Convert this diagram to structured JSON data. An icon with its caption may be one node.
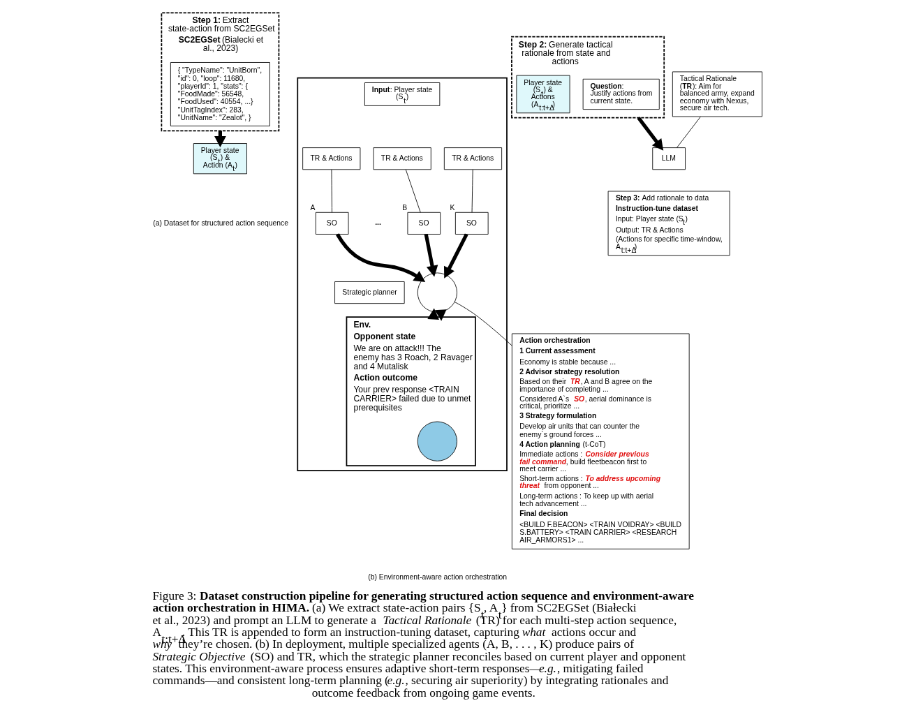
{
  "diagram": {
    "caption": "Figure 3: **Dataset construction pipeline for generating structured action sequence and environment-aware action orchestration in HIMA.** (a) We extract state-action pairs {S$_{t}$, A$_{t}$} from SC2EGSet (Białecki et al., 2023) and prompt an LLM to generate a *Tactical Rationale* (TR) for each multi-step action sequence, A$_{t:t+Δ}$. This TR is appended to form an instruction-tuning dataset, capturing *what* actions occur and *why* they’re chosen. (b) In deployment, multiple specialized agents (A, B, . . . , K) produce pairs of *Strategic Objective* (SO) and TR, which the strategic planner reconciles based on current player and opponent states. This environment-aware process ensures adaptive short-term responses—*e.g.*, mitigating failed commands—and consistent long-term planning (*e.g.*, securing air superiority) by integrating rationales and outcome feedback from ongoing game events.",
    "nodes": [
      {
        "text": [
          "**Step 1:** Extract state-action from SC2EGSet",
          "**SC2EGSet** (Bialecki et al., 2023)"
        ]
      },
      {
        "text": [
          "{ \"TypeName\": \"UnitBorn\", \"id\": 0, \"loop\": 11680, \"playerId\": 1, \"stats\": { \"FoodMade\": 56548, \"FoodUsed\": 40554, ...} \"UnitTagIndex\": 283, \"UnitName\": \"Zealot\", }"
        ],
        "in": 0
      },
      {
        "text": [
          "Player state (S$_{t}$) & Action (A$_{t}$)"
        ]
      },
      {
        "text": [
          "**Step 2:** Generate tactical rationale from state and actions"
        ]
      },
      {
        "text": [
          "**Question**: Justify actions from current state."
        ],
        "in": 3
      },
      {
        "text": [
          "Player state (S$_{t}$) & Actions (A$_{t:t+Δ}$)"
        ],
        "in": 3
      },
      {
        "text": [
          "LLM"
        ]
      },
      {
        "text": [
          "Tactical Rationale (**TR**): Aim for balanced army, expand economy with Nexus, secure air tech."
        ]
      },
      {
        "text": [
          "**Step 3:** Add rationale to data",
          "**Instruction-tune dataset**",
          "Input: Player state (S$_{t}$)",
          "Output: TR & Actions",
          "(Actions for specific time-window, A$_{t:t+Δ}$)"
        ]
      },
      {
        "text": [],
        "shape": "box"
      },
      {
        "text": [
          "**Input**: Player state (S$_{t}$)"
        ],
        "in": 9
      },
      {
        "text": [
          "TR & Actions"
        ],
        "in": 9
      },
      {
        "text": [
          "TR & Actions"
        ],
        "in": 9
      },
      {
        "text": [
          "TR & Actions"
        ],
        "in": 9
      },
      {
        "text": [
          "SO"
        ],
        "beside": [
          "A"
        ],
        "in": 9
      },
      {
        "text": [
          "SO"
        ],
        "beside": [
          "B"
        ],
        "in": 9
      },
      {
        "text": [
          "SO"
        ],
        "beside": [
          "K"
        ],
        "in": 9
      },
      {
        "text": [],
        "shape": "circle",
        "in": 9
      },
      {
        "text": [
          "Strategic planner"
        ],
        "in": 9
      },
      {
        "text": [
          "**Env.**",
          "**Opponent state**",
          "We are on attack!!! The enemy has 3 Roach, 2 Ravager and 4 Mutalisk",
          "**Action outcome**",
          "Your prev response <TRAIN CARRIER> failed due to unmet prerequisites"
        ],
        "in": 9
      },
      {
        "text": [],
        "shape": "circle",
        "in": 19
      },
      {
        "text": [
          "**Action orchestration**",
          "**1 Current assessment**",
          "Economy is stable because ...",
          "**2 Advisor strategy resolution**",
          "Based on their *TR*, A and B agree on the importance of completing ...",
          "Considered A`s *SO*, aerial dominance is critical, prioritize ...",
          "**3 Strategy formulation**",
          "Develop air units that can counter the enemy`s ground forces ...",
          "**4 Action planning** (t-CoT)",
          "Immediate actions : *Consider previous fail command*, build fleetbeacon first to meet carrier ...",
          "Short-term actions : *To address upcoming threat* from opponent ...",
          "Long-term actions : To keep up with aerial tech advancement ...",
          "**Final decision**",
          "<BUILD F.BEACON> <TRAIN VOIDRAY> <BUILD S.BATTERY> <TRAIN CARRIER> <RESEARCH AIR_ARMORS1> ..."
        ]
      }
    ],
    "edges": [
      {
        "from": 0,
        "to": 2,
        "arrow": "to",
        "style": "thick"
      },
      {
        "from": 3,
        "to": 6,
        "arrow": "to",
        "style": "thick"
      },
      {
        "from": 7,
        "to": 6,
        "arrow": "none"
      },
      {
        "from": 11,
        "to": 14,
        "arrow": "none"
      },
      {
        "from": 12,
        "to": 15,
        "arrow": "none"
      },
      {
        "from": 13,
        "to": 16,
        "arrow": "none"
      },
      {
        "from": 14,
        "to": 17,
        "arrow": "to",
        "style": "thick"
      },
      {
        "from": 15,
        "to": 17,
        "arrow": "to",
        "style": "thick"
      },
      {
        "from": 16,
        "to": 17,
        "arrow": "to",
        "style": "thick"
      },
      {
        "from": 17,
        "to": 19,
        "arrow": "to",
        "style": "thick"
      },
      {
        "from": 19,
        "to": 17,
        "arrow": "to",
        "style": "thick"
      },
      {
        "from": 17,
        "to": 21,
        "arrow": "none"
      }
    ],
    "labels": [
      "...",
      "(a) Dataset for structured action sequence",
      "(b) Environment-aware action orchestration"
    ]
  }
}
